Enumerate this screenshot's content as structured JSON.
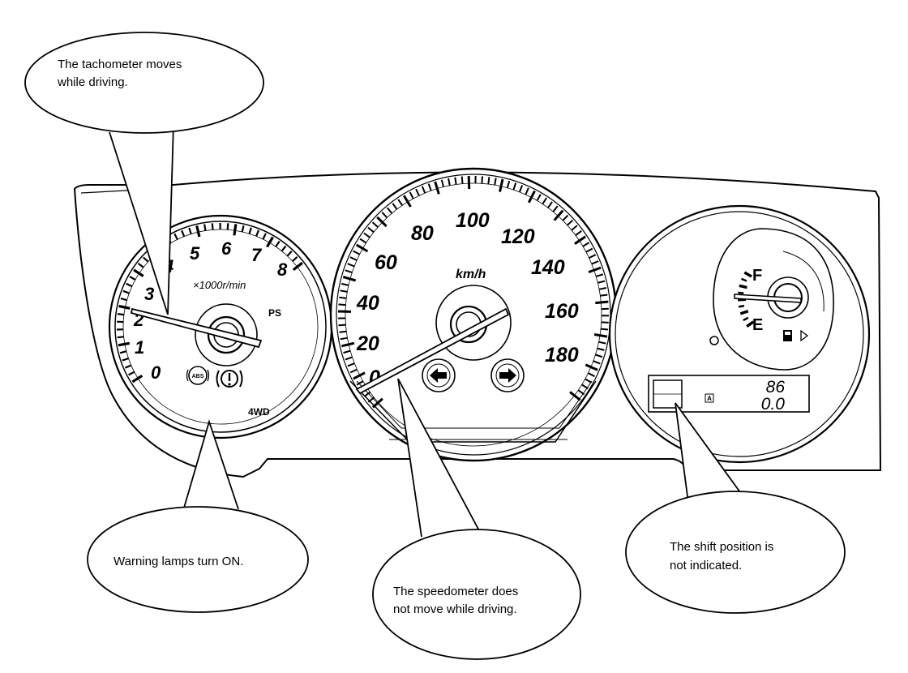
{
  "callouts": {
    "tachometer": [
      "The tachometer moves",
      "while driving."
    ],
    "warning": [
      "Warning lamps turn ON."
    ],
    "speedometer": [
      "The speedometer does",
      "not move while driving."
    ],
    "shift": [
      "The shift position is",
      "not indicated."
    ]
  },
  "tachometer": {
    "unit": "×1000r/min",
    "numbers": [
      "0",
      "1",
      "2",
      "3",
      "4",
      "5",
      "6",
      "7",
      "8"
    ],
    "ps_label": "PS",
    "fourwd_label": "4WD",
    "abs_label": "ABS"
  },
  "speedometer": {
    "unit": "km/h",
    "numbers": [
      "0",
      "20",
      "40",
      "60",
      "80",
      "100",
      "120",
      "140",
      "160",
      "180"
    ]
  },
  "fuel": {
    "full_label": "F",
    "empty_label": "E"
  },
  "odometer": {
    "value_top": "86",
    "value_bottom": "0.0",
    "mode_label": "A"
  },
  "colors": {
    "line": "#000000",
    "background": "#ffffff"
  }
}
